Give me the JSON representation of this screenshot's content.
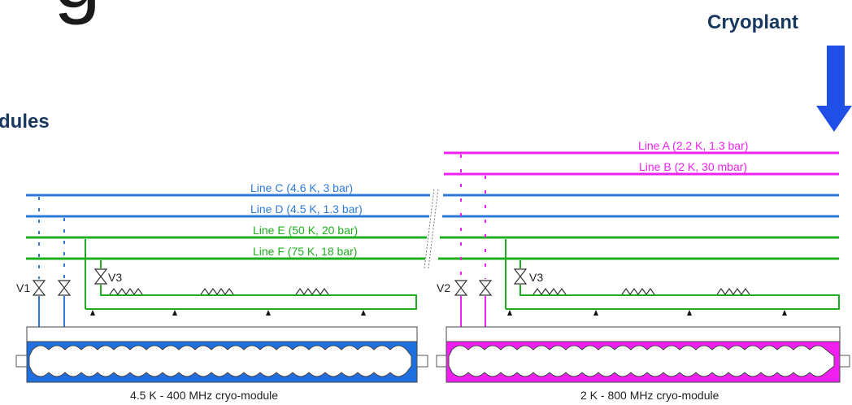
{
  "heading_fragment": "g",
  "cryoplant_label": "Cryoplant",
  "modules_label": "dules",
  "colors": {
    "line_blue": "#2e7bd6",
    "line_green": "#1fae1f",
    "line_magenta": "#ee22ee",
    "cavity_blue": "#1e6fe0",
    "cavity_magenta": "#f01ff0",
    "arrow": "#1f4fe6"
  },
  "lines": {
    "a": "Line A (2.2 K, 1.3 bar)",
    "b": "Line B (2 K, 30 mbar)",
    "c": "Line C (4.6 K, 3 bar)",
    "d": "Line D (4.5 K, 1.3 bar)",
    "e": "Line E (50 K, 20 bar)",
    "f": "Line F (75 K, 18 bar)"
  },
  "valves": {
    "v1": "V1",
    "v2": "V2",
    "v3_left": "V3",
    "v3_right": "V3"
  },
  "modules": {
    "left_caption": "4.5 K - 400 MHz cryo-module",
    "right_caption": "2 K - 800 MHz cryo-module"
  },
  "icons": {
    "flow_arrow": "down-arrow-icon",
    "valve": "valve-icon",
    "heater": "zigzag-heat-exchanger-icon",
    "support": "support-triangle-icon"
  }
}
